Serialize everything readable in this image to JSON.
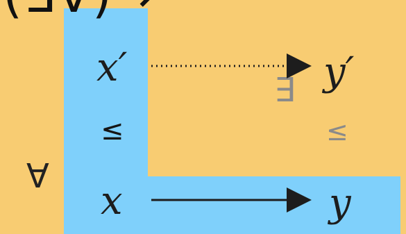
{
  "diagram": {
    "heading": "(∃∀)→",
    "vars": {
      "x_prime": "x′",
      "y_prime": "y′",
      "x": "x",
      "y": "y"
    },
    "relations": {
      "left": "≤",
      "right": "≤"
    },
    "quantifiers": {
      "forall": "∀",
      "exists": "∃"
    },
    "colors": {
      "background": "#f8cc72",
      "region": "#7fd0fb",
      "text": "#1d1d1d",
      "muted": "#8a8a8a"
    },
    "arrows": {
      "top": "dotted",
      "bottom": "solid"
    }
  }
}
